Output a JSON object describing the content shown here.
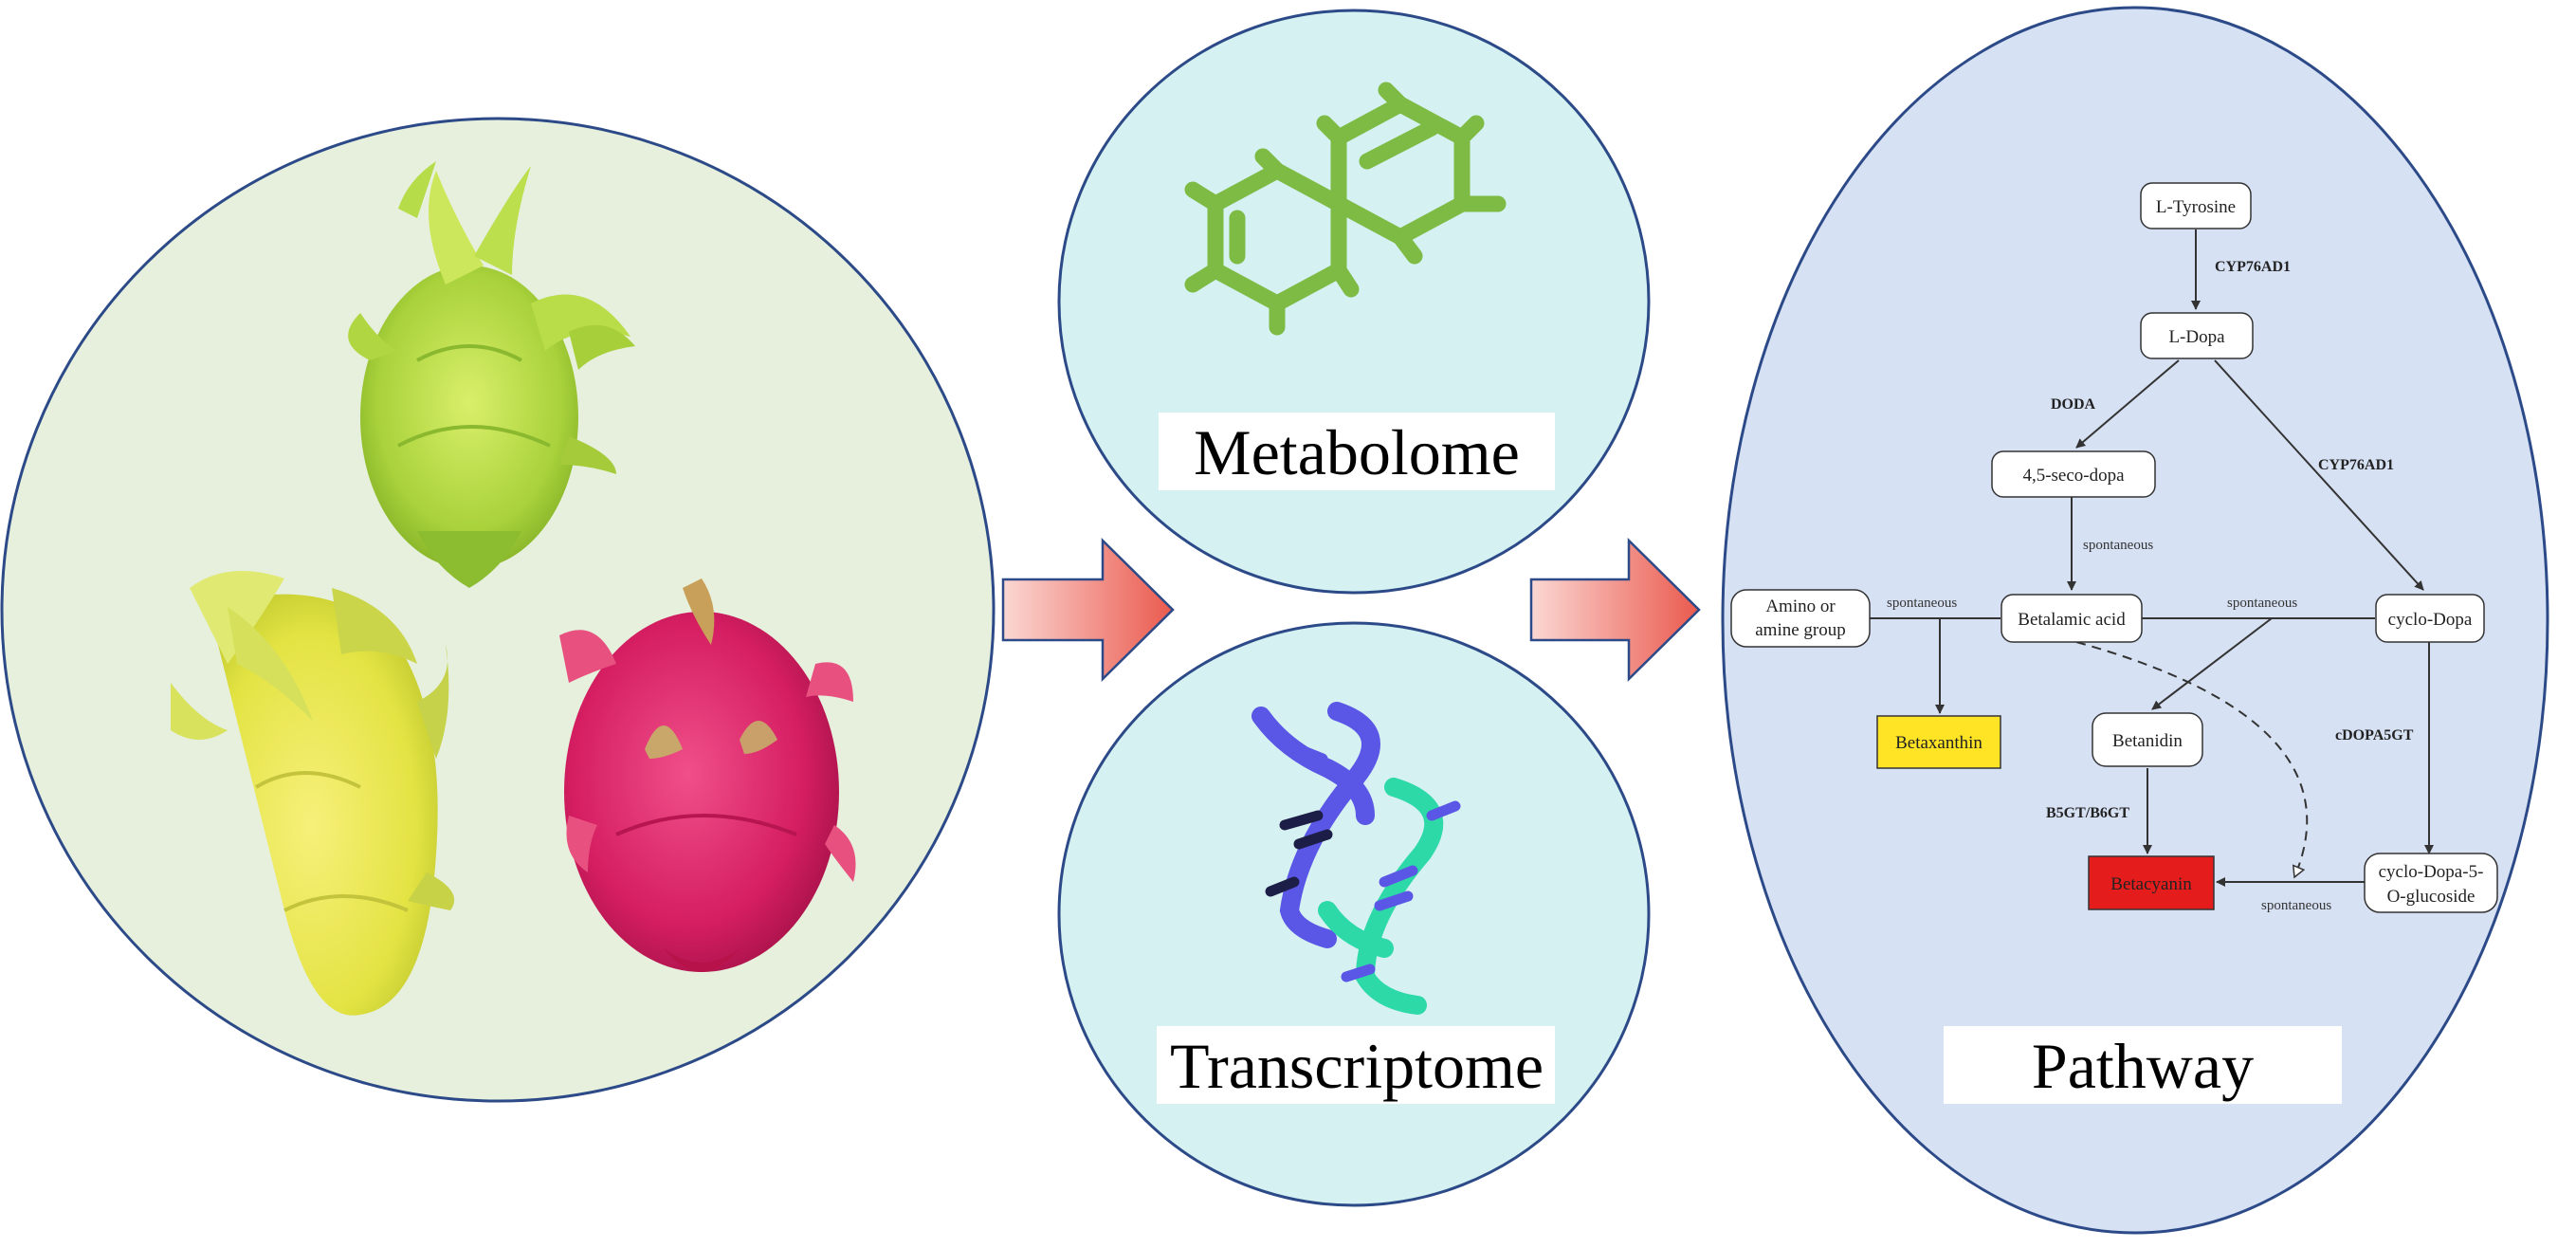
{
  "labels": {
    "metabolome": "Metabolome",
    "transcriptome": "Transcriptome",
    "pathway": "Pathway"
  },
  "pathway": {
    "nodes": {
      "l_tyrosine": "L-Tyrosine",
      "l_dopa": "L-Dopa",
      "seco_dopa": "4,5-seco-dopa",
      "betalamic_acid": "Betalamic acid",
      "cyclo_dopa": "cyclo-Dopa",
      "amino_line1": "Amino or",
      "amino_line2": "amine group",
      "betaxanthin": "Betaxanthin",
      "betanidin": "Betanidin",
      "betacyanin": "Betacyanin",
      "cdg_line1": "cyclo-Dopa-5-",
      "cdg_line2": "O-glucoside"
    },
    "enzymes": {
      "cyp_top": "CYP76AD1",
      "doda": "DODA",
      "cyp_right": "CYP76AD1",
      "cdopa5gt": "cDOPA5GT",
      "b5gt": "B5GT/B6GT"
    },
    "spontaneous": {
      "seco_to_betalamic": "spontaneous",
      "amino": "spontaneous",
      "cyclo": "spontaneous",
      "bottom": "spontaneous"
    }
  },
  "colors": {
    "fruit_panel": "#e6f0dc",
    "omics_panel": "#d5f1f1",
    "pathway_panel": "#d7e1f4",
    "border": "#2c4a88",
    "molecule": "#7dbb45",
    "dna_blue": "#5a56e6",
    "dna_teal": "#2ed9a8",
    "betaxanthin": "#ffe325",
    "betacyanin": "#e51c1c"
  },
  "icons": {
    "molecule": "naphthalene-molecule-icon",
    "dna": "double-helix-dna-icon",
    "arrow": "block-arrow-right-icon"
  }
}
